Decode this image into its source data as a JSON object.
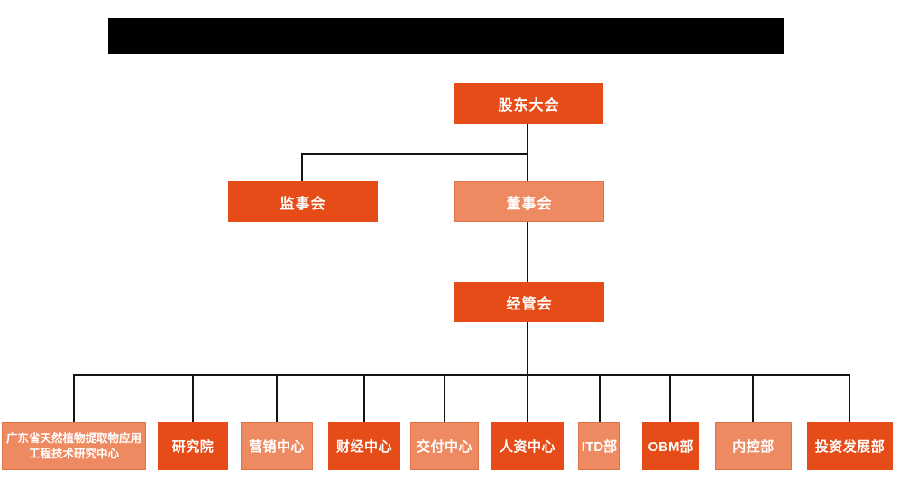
{
  "colors": {
    "primary_orange": "#E54C18",
    "light_orange": "#EE8A62",
    "connector_line": "#141414",
    "redacted_title_bar": "#000000",
    "background": "#ffffff",
    "node_text": "#ffffff"
  },
  "title_bar": {
    "text": ""
  },
  "org_chart": {
    "nodes": {
      "shareholders": {
        "label": "股东大会"
      },
      "supervisory": {
        "label": "监事会"
      },
      "board": {
        "label": "董事会"
      },
      "management": {
        "label": "经管会"
      },
      "dept_research_center": {
        "label": "广东省天然植物提取物应用工程技术研究中心"
      },
      "dept_institute": {
        "label": "研究院"
      },
      "dept_marketing": {
        "label": "营销中心"
      },
      "dept_finance": {
        "label": "财经中心"
      },
      "dept_delivery": {
        "label": "交付中心"
      },
      "dept_hr": {
        "label": "人资中心"
      },
      "dept_itd": {
        "label": "ITD部"
      },
      "dept_obm": {
        "label": "OBM部"
      },
      "dept_internal_control": {
        "label": "内控部"
      },
      "dept_investment": {
        "label": "投资发展部"
      }
    },
    "hierarchy": {
      "股东大会": [
        "监事会",
        "董事会"
      ],
      "董事会": [
        "经管会"
      ],
      "经管会": [
        "广东省天然植物提取物应用工程技术研究中心",
        "研究院",
        "营销中心",
        "财经中心",
        "交付中心",
        "人资中心",
        "ITD部",
        "OBM部",
        "内控部",
        "投资发展部"
      ]
    }
  }
}
